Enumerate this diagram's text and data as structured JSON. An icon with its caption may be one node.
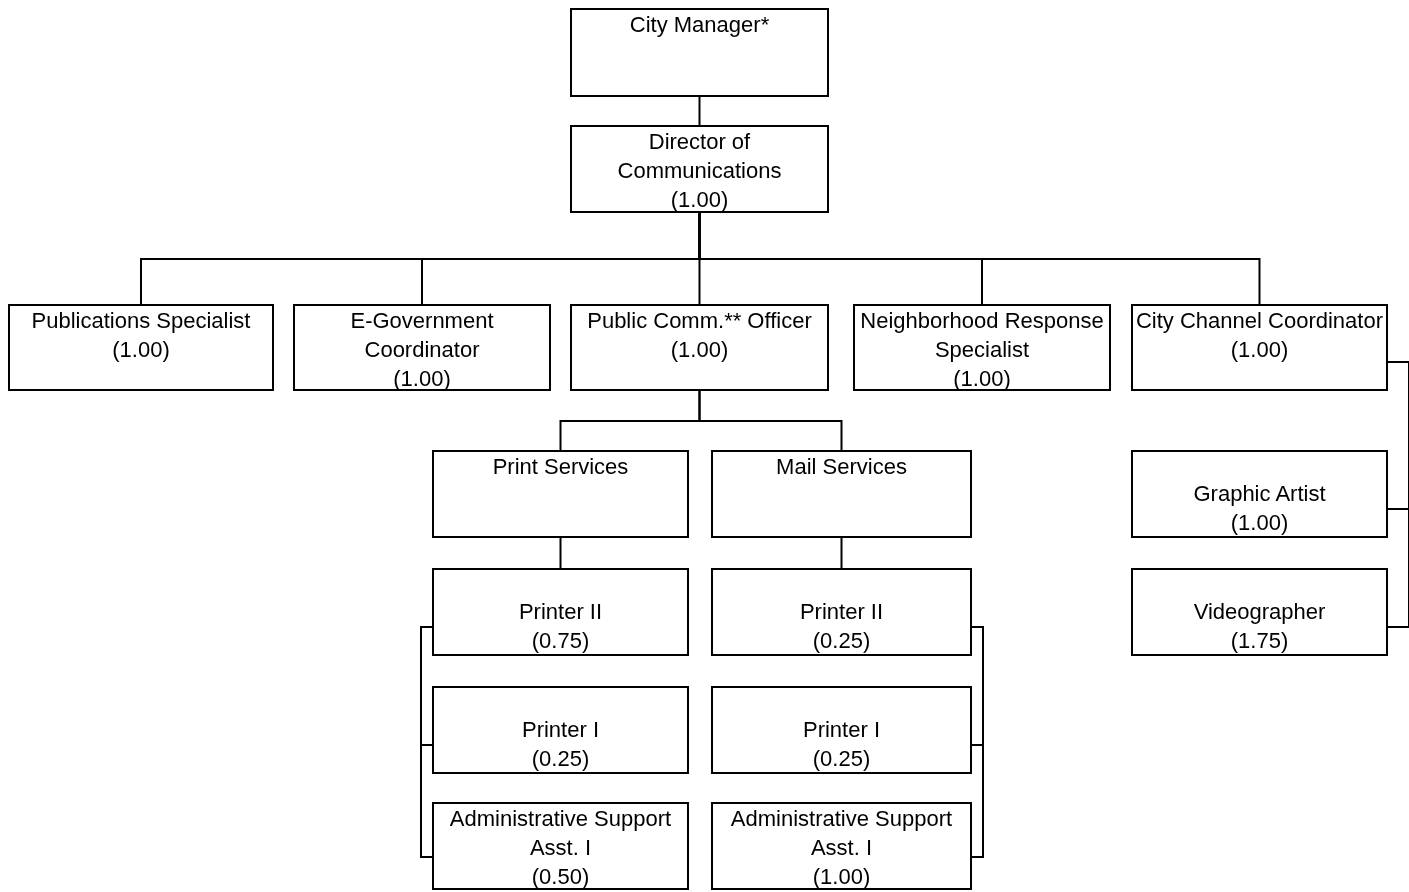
{
  "diagram": {
    "nodes": [
      {
        "text": [
          "City Manager*"
        ]
      },
      {
        "text": [
          "Director of Communications",
          "(1.00)"
        ]
      },
      {
        "text": [
          "Publications Specialist",
          "(1.00)"
        ]
      },
      {
        "text": [
          "E-Government Coordinator",
          "(1.00)"
        ]
      },
      {
        "text": [
          "Public Comm.** Officer",
          "(1.00)"
        ]
      },
      {
        "text": [
          "Neighborhood Response Specialist",
          "(1.00)"
        ]
      },
      {
        "text": [
          "City Channel Coordinator",
          "(1.00)"
        ]
      },
      {
        "text": [
          "Print Services"
        ]
      },
      {
        "text": [
          "Mail Services"
        ]
      },
      {
        "text": [
          "Printer II",
          "(0.75)"
        ]
      },
      {
        "text": [
          "Printer I",
          "(0.25)"
        ]
      },
      {
        "text": [
          "Administrative Support Asst. I",
          "(0.50)"
        ]
      },
      {
        "text": [
          "Printer II",
          "(0.25)"
        ]
      },
      {
        "text": [
          "Printer I",
          "(0.25)"
        ]
      },
      {
        "text": [
          "Administrative Support Asst. I",
          "(1.00)"
        ]
      },
      {
        "text": [
          "Graphic Artist",
          "(1.00)"
        ]
      },
      {
        "text": [
          "Videographer",
          "(1.75)"
        ]
      }
    ],
    "edges": [
      {
        "from": 0,
        "to": 1,
        "arrow": "none"
      },
      {
        "from": 1,
        "to": 2,
        "arrow": "none"
      },
      {
        "from": 1,
        "to": 3,
        "arrow": "none"
      },
      {
        "from": 1,
        "to": 4,
        "arrow": "none"
      },
      {
        "from": 1,
        "to": 5,
        "arrow": "none"
      },
      {
        "from": 1,
        "to": 6,
        "arrow": "none"
      },
      {
        "from": 4,
        "to": 7,
        "arrow": "none"
      },
      {
        "from": 4,
        "to": 8,
        "arrow": "none"
      },
      {
        "from": 7,
        "to": 9,
        "arrow": "none"
      },
      {
        "from": 9,
        "to": 10,
        "arrow": "none"
      },
      {
        "from": 9,
        "to": 11,
        "arrow": "none"
      },
      {
        "from": 8,
        "to": 12,
        "arrow": "none"
      },
      {
        "from": 12,
        "to": 13,
        "arrow": "none"
      },
      {
        "from": 12,
        "to": 14,
        "arrow": "none"
      },
      {
        "from": 6,
        "to": 15,
        "arrow": "none"
      },
      {
        "from": 6,
        "to": 16,
        "arrow": "none"
      }
    ]
  }
}
